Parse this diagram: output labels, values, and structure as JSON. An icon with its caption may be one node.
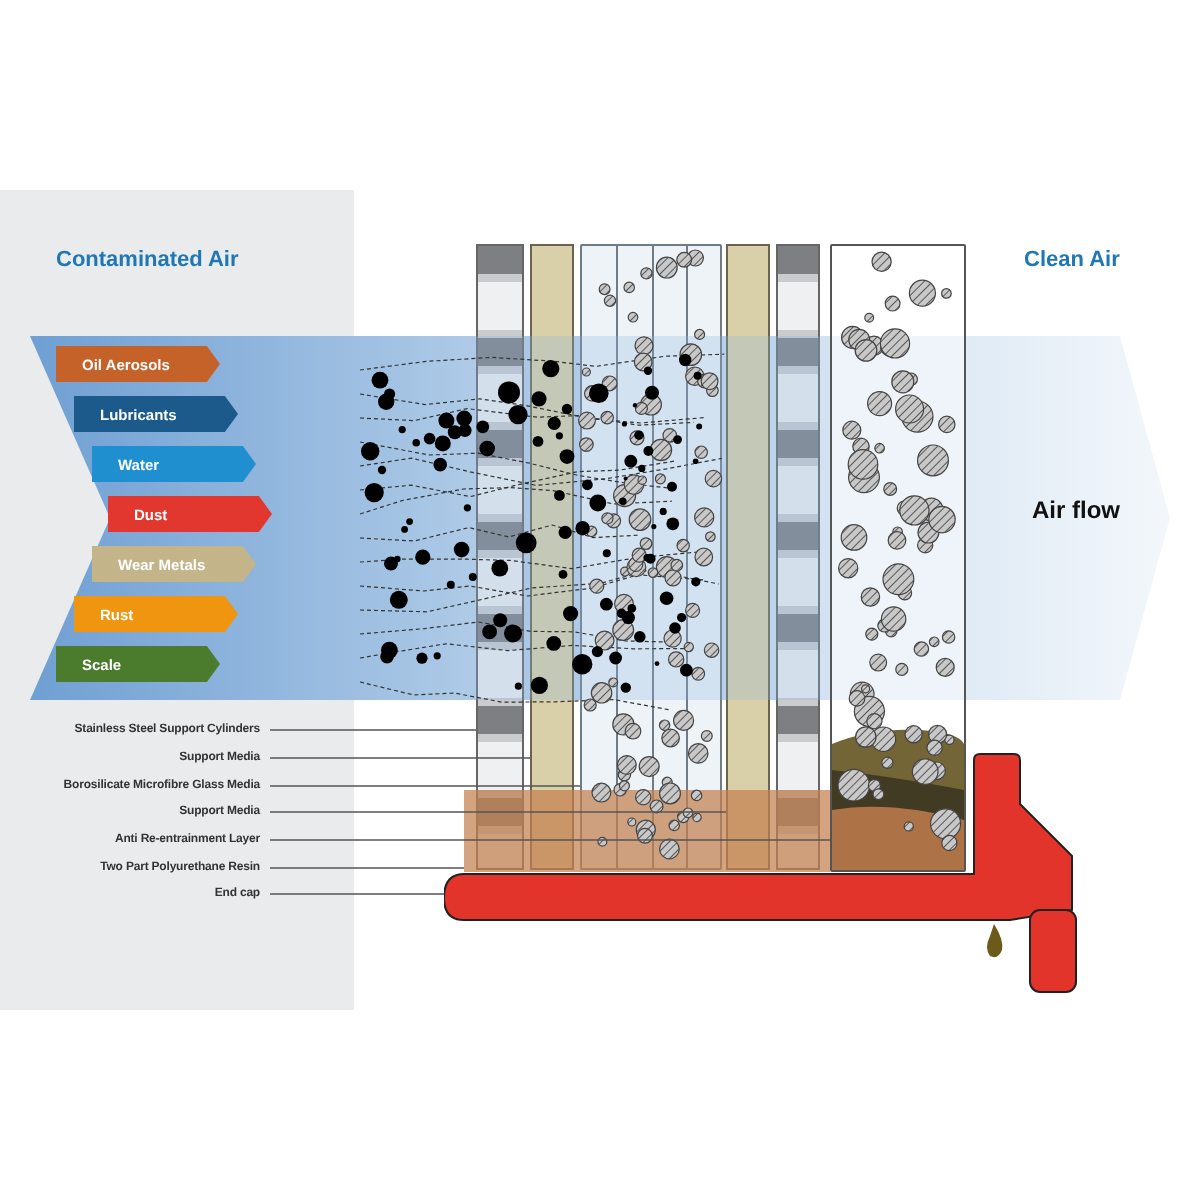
{
  "diagram": {
    "nodes": [
      {
        "text": [
          "Oil Aerosols"
        ]
      },
      {
        "text": [
          "Lubricants"
        ]
      },
      {
        "text": [
          "Water"
        ]
      },
      {
        "text": [
          "Dust"
        ]
      },
      {
        "text": [
          "Wear Metals"
        ]
      },
      {
        "text": [
          "Rust"
        ]
      },
      {
        "text": [
          "Scale"
        ]
      },
      {
        "text": [
          "Stainless Steel Support Cylinders"
        ]
      },
      {
        "text": [
          "Support Media"
        ]
      },
      {
        "text": [
          "Borosilicate Microfibre Glass Media"
        ]
      },
      {
        "text": [
          "Support Media"
        ]
      },
      {
        "text": [
          "Anti Re-entrainment Layer"
        ]
      },
      {
        "text": [
          "Two Part Polyurethane Resin"
        ]
      },
      {
        "text": [
          "End cap"
        ]
      },
      {
        "text": [],
        "shape": "bar"
      },
      {
        "text": [],
        "shape": "bar"
      },
      {
        "text": [],
        "shape": "box"
      },
      {
        "text": [],
        "shape": "bar"
      },
      {
        "text": [],
        "shape": "bar"
      },
      {
        "text": [],
        "shape": "box"
      },
      {
        "text": [],
        "shape": "bar"
      },
      {
        "text": [],
        "shape": "bar"
      }
    ],
    "edges": [
      {
        "from": 7,
        "to": 14,
        "arrow": "none"
      },
      {
        "from": 8,
        "to": 15,
        "arrow": "none"
      },
      {
        "from": 9,
        "to": 16,
        "arrow": "none"
      },
      {
        "from": 10,
        "to": 17,
        "arrow": "none"
      },
      {
        "from": 11,
        "to": 19,
        "arrow": "none"
      },
      {
        "from": 12,
        "to": 20,
        "arrow": "none"
      },
      {
        "from": 13,
        "to": 21,
        "arrow": "none"
      }
    ],
    "labels": [
      "Contaminated Air",
      "Clean Air",
      "Air flow"
    ]
  }
}
